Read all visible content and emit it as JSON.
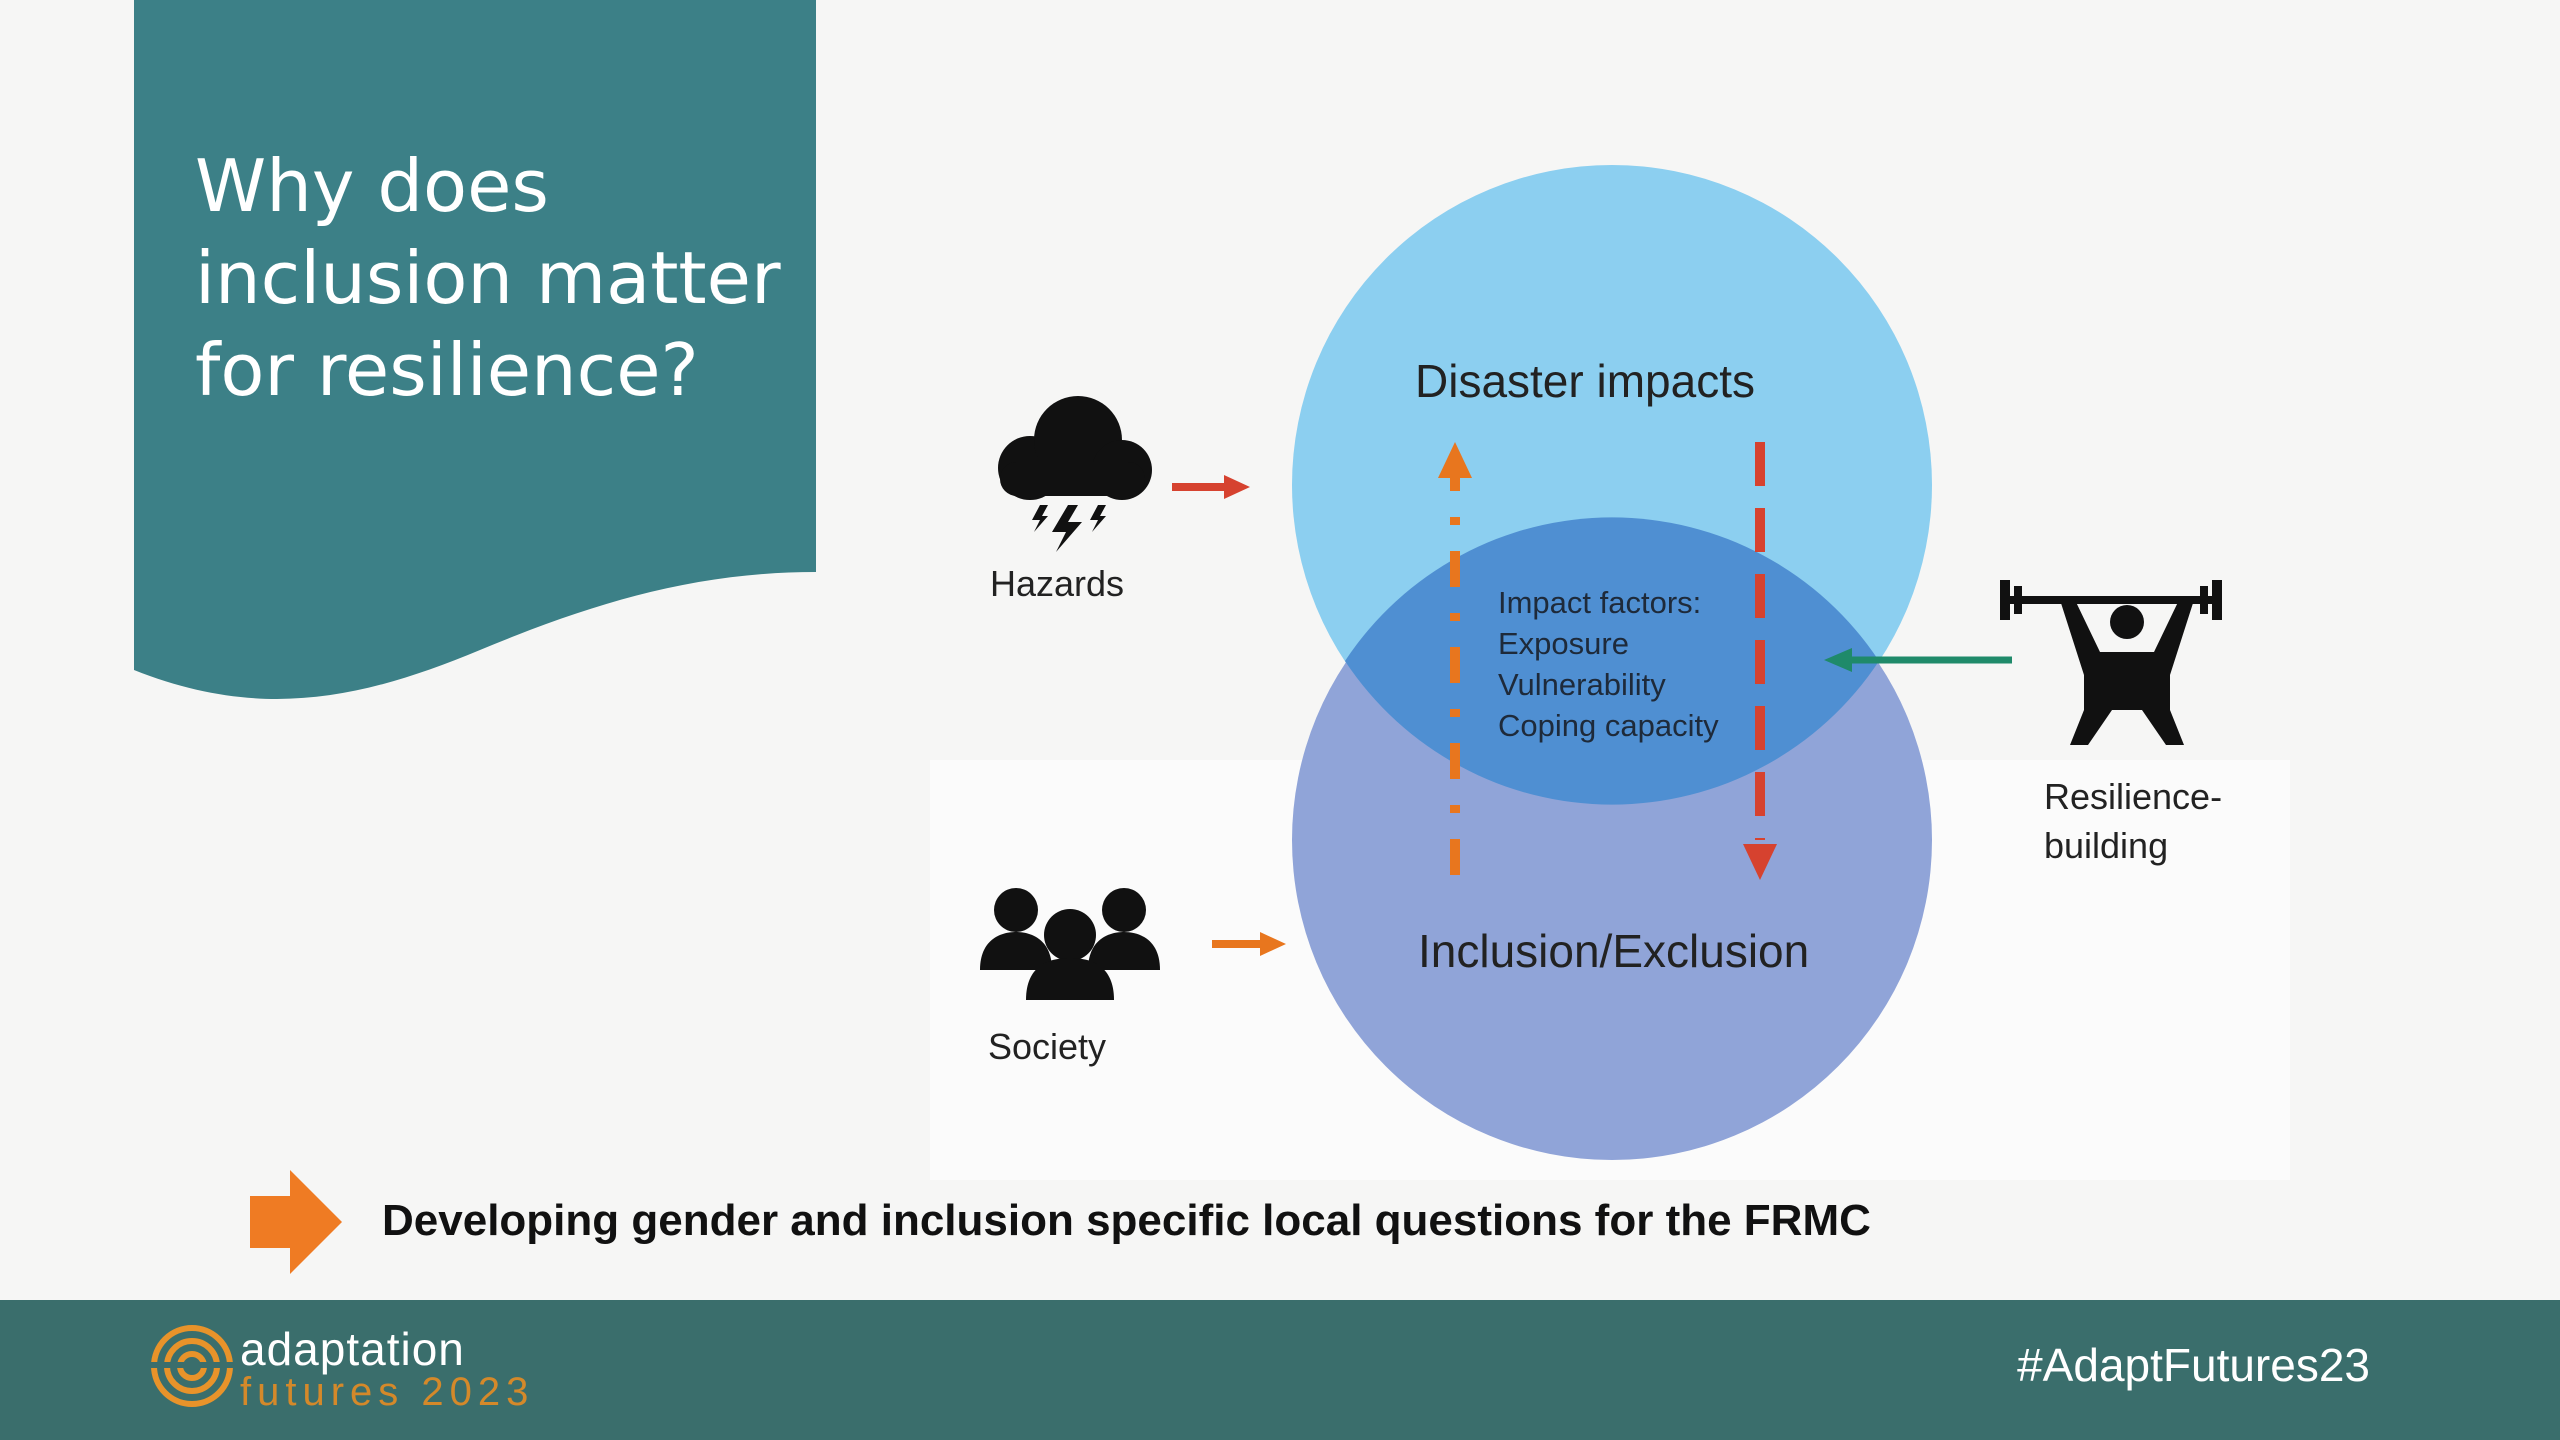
{
  "slide": {
    "title": "Why does\ninclusion matter\nfor resilience?",
    "bottom_text": "Developing gender and inclusion specific local questions for the FRMC"
  },
  "diagram": {
    "top_circle_label": "Disaster impacts",
    "bottom_circle_label": "Inclusion/Exclusion",
    "impact_factors": [
      "Impact factors:",
      "Exposure",
      "Vulnerability",
      "Coping capacity"
    ],
    "hazards_label": "Hazards",
    "society_label": "Society",
    "resilience_label_line1": "Resilience-",
    "resilience_label_line2": "building"
  },
  "footer": {
    "logo_line1": "adaptation",
    "logo_line2": "futures 2023",
    "hashtag": "#AdaptFutures23"
  },
  "colors": {
    "teal": "#3c8087",
    "footer": "#3a6e6c",
    "top_circle": "#8ccff0",
    "bottom_circle": "#90a4d8",
    "overlap": "#4f8fd2",
    "orange": "#e8761e",
    "red": "#d6422f",
    "green": "#1f8a6a"
  },
  "icons": {
    "hazards": "storm-cloud-icon",
    "society": "people-group-icon",
    "resilience": "weightlifter-icon",
    "bullet": "orange-arrow-icon",
    "logo": "adaptation-futures-logo-icon"
  }
}
